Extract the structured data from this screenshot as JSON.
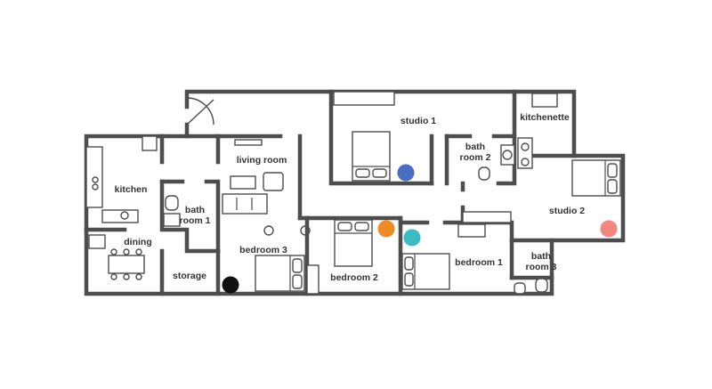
{
  "rooms": {
    "studio_1": "studio 1",
    "kitchenette": "kitchenette",
    "bath_room_2": [
      "bath",
      "room 2"
    ],
    "living_room": "living room",
    "kitchen": "kitchen",
    "bath_room_1": [
      "bath",
      "room 1"
    ],
    "studio_2": "studio 2",
    "dining": "dining",
    "bedroom_3": "bedroom 3",
    "bedroom_1": "bedroom 1",
    "bath_room_3": [
      "bath",
      "room 3"
    ],
    "storage": "storage",
    "bedroom_2": "bedroom 2"
  },
  "markers": [
    {
      "name": "blue-marker",
      "color": "#4a6fc0"
    },
    {
      "name": "orange-marker",
      "color": "#f08a24"
    },
    {
      "name": "teal-marker",
      "color": "#3bbcc1"
    },
    {
      "name": "pink-marker",
      "color": "#f3867f"
    },
    {
      "name": "black-marker",
      "color": "#111111"
    }
  ]
}
